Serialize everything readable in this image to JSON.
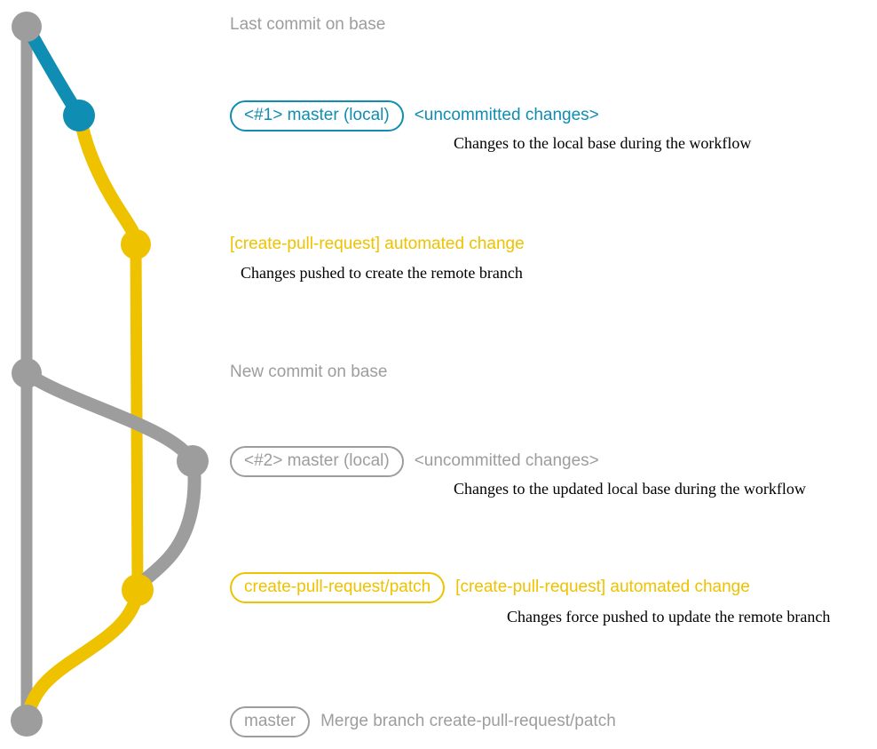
{
  "diagram": {
    "title_semantic": "git-branch-graph-create-pull-request",
    "colors": {
      "base_gray": "#9d9d9d",
      "local_blue": "#0f8db3",
      "remote_yellow": "#efc200",
      "description_text": "#000000",
      "background": "#ffffff"
    }
  },
  "commits": [
    {
      "id": "last-commit-on-base",
      "ref": null,
      "subject": "Last commit on base",
      "subject_color": "#9d9d9d",
      "description": null,
      "node_color": "#9d9d9d"
    },
    {
      "id": "uncommitted-1",
      "ref": "<#1> master (local)",
      "ref_color": "#0f8db3",
      "subject": "<uncommitted changes>",
      "subject_color": "#0f8db3",
      "description": "Changes to the local base during the workflow",
      "node_color": "#0f8db3"
    },
    {
      "id": "automated-change-1",
      "ref": null,
      "subject": "[create-pull-request] automated change",
      "subject_color": "#efc200",
      "description": "Changes pushed to create the remote branch",
      "node_color": "#efc200"
    },
    {
      "id": "new-commit-on-base",
      "ref": null,
      "subject": "New commit on base",
      "subject_color": "#9d9d9d",
      "description": null,
      "node_color": "#9d9d9d"
    },
    {
      "id": "uncommitted-2",
      "ref": "<#2> master (local)",
      "ref_color": "#9d9d9d",
      "subject": "<uncommitted changes>",
      "subject_color": "#9d9d9d",
      "description": "Changes to the updated local base during the workflow",
      "node_color": "#9d9d9d"
    },
    {
      "id": "automated-change-2",
      "ref": "create-pull-request/patch",
      "ref_color": "#efc200",
      "subject": "[create-pull-request] automated change",
      "subject_color": "#efc200",
      "description": "Changes force pushed to update the remote branch",
      "node_color": "#efc200"
    },
    {
      "id": "merge-commit",
      "ref": "master",
      "ref_color": "#9d9d9d",
      "subject": "Merge branch create-pull-request/patch",
      "subject_color": "#9d9d9d",
      "description": null,
      "node_color": "#9d9d9d"
    }
  ]
}
